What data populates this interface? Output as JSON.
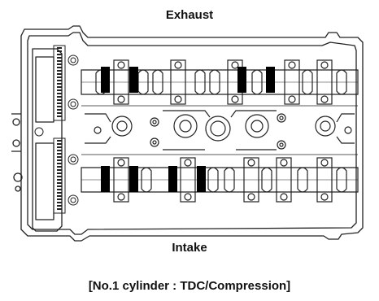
{
  "labels": {
    "top": "Exhaust",
    "bottom": "Intake",
    "caption": "[No.1 cylinder : TDC/Compression]"
  },
  "colors": {
    "line": "#222222",
    "marker": "#000000",
    "background": "#ffffff"
  }
}
